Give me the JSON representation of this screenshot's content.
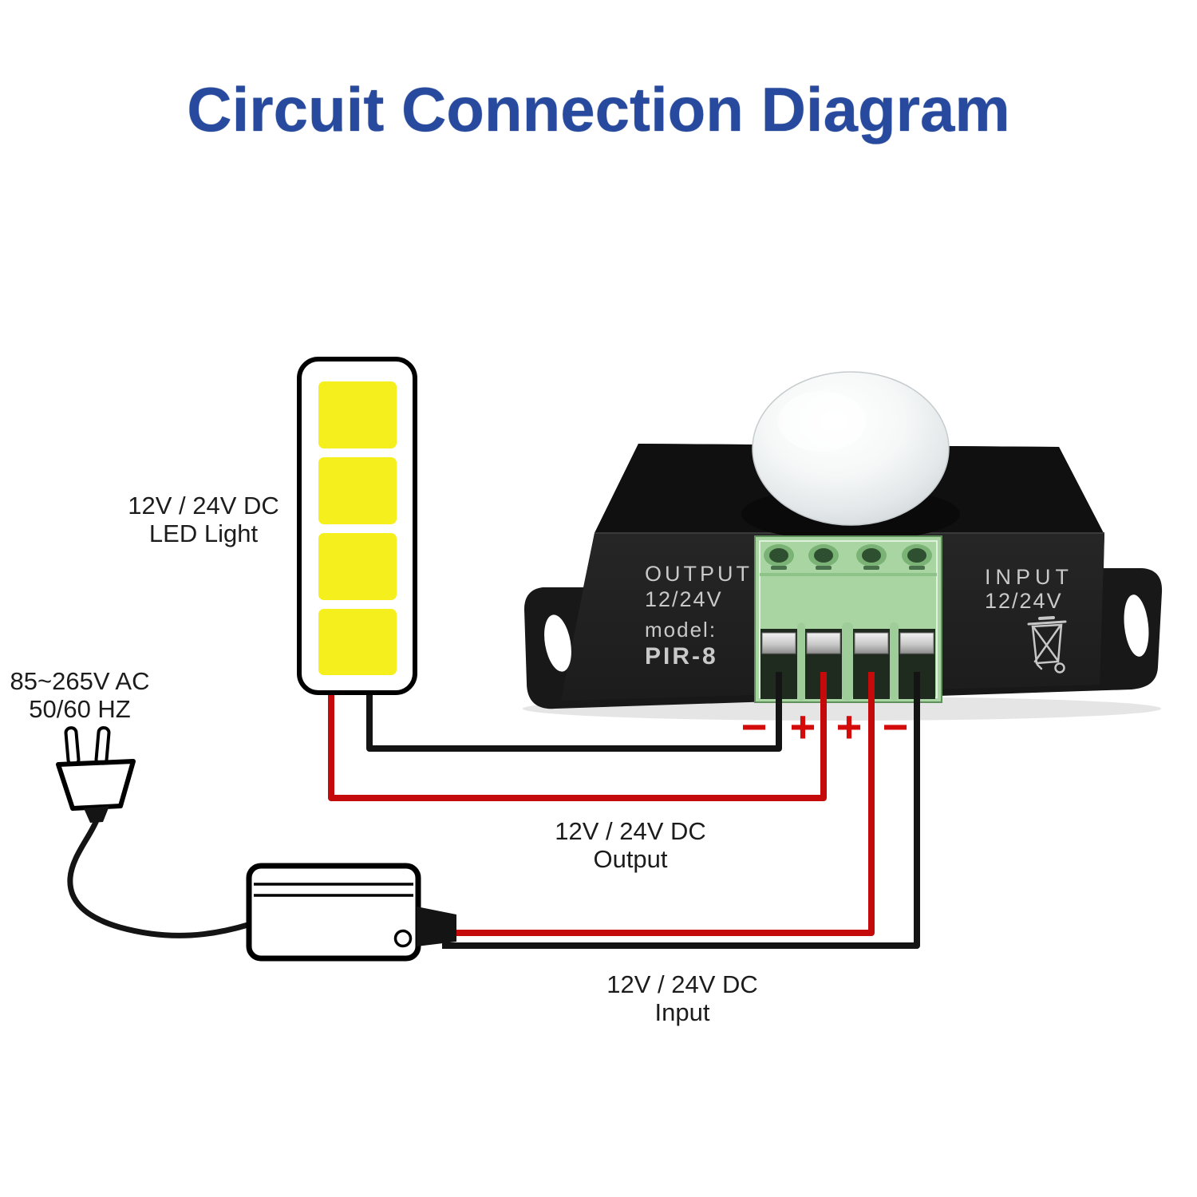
{
  "title": "Circuit Connection Diagram",
  "labels": {
    "led": {
      "line1": "12V / 24V DC",
      "line2": "LED Light"
    },
    "ac_power": {
      "line1": "85~265V AC",
      "line2": "50/60 HZ"
    },
    "dc_output": {
      "line1": "12V / 24V DC",
      "line2": "Output"
    },
    "dc_input": {
      "line1": "12V / 24V DC",
      "line2": "Input"
    }
  },
  "module": {
    "output": {
      "line1": "OUTPUT",
      "line2": "12/24V"
    },
    "model": {
      "line1": "model:",
      "line2": "PIR-8"
    },
    "input": {
      "line1": "INPUT",
      "line2": "12/24V"
    },
    "polarity": [
      "−",
      "+",
      "+",
      "−"
    ]
  },
  "icons": {
    "weee_bin": "weee-crossed-out-bin-icon",
    "sensor_dome": "pir-sensor-dome",
    "ac_plug": "two-prong-plug-icon",
    "power_adapter": "power-adapter-icon"
  },
  "colors": {
    "title_blue": "#274A9E",
    "wire_red": "#C40A0A",
    "wire_black": "#141414",
    "led_yellow": "#F6EF1E",
    "terminal_green": "#A8D5A2",
    "polarity_red": "#D40B0B",
    "module_black": "#1F1F1F"
  }
}
